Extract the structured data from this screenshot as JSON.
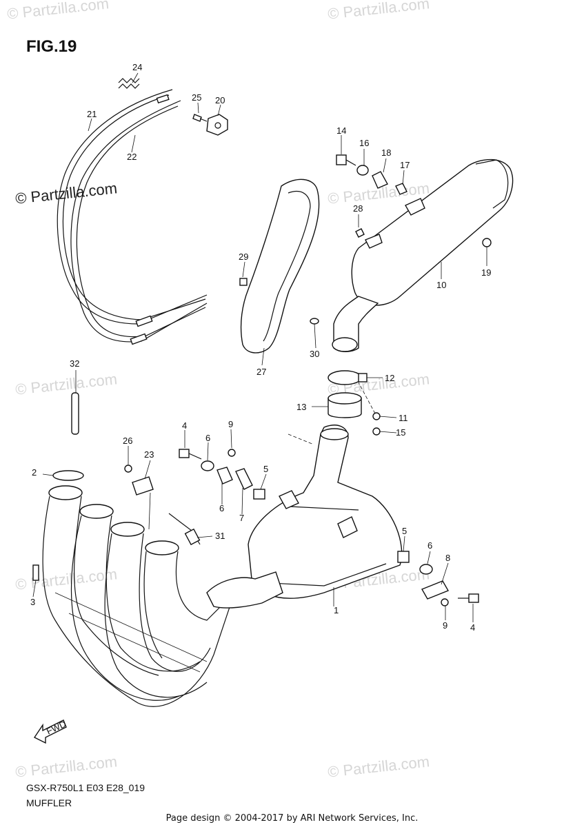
{
  "figure_title": "FIG.19",
  "watermark_text": "© Partzilla.com",
  "model_code": "GSX-R750L1 E03 E28_019",
  "section_name": "MUFFLER",
  "credit": "Page design © 2004-2017 by ARI Network Services, Inc.",
  "fwd_label": "FWD",
  "callouts": [
    "1",
    "2",
    "3",
    "4",
    "4",
    "5",
    "5",
    "6",
    "6",
    "6",
    "7",
    "8",
    "9",
    "9",
    "10",
    "11",
    "12",
    "13",
    "14",
    "15",
    "16",
    "17",
    "18",
    "19",
    "20",
    "21",
    "22",
    "23",
    "24",
    "25",
    "26",
    "27",
    "28",
    "29",
    "30",
    "31",
    "32"
  ]
}
